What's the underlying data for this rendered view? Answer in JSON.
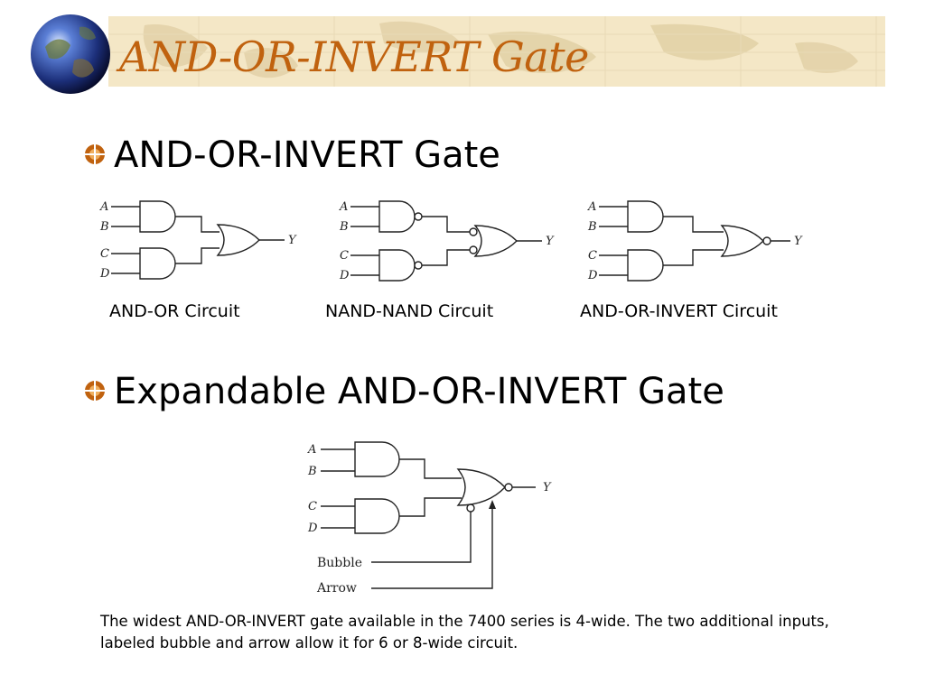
{
  "slide": {
    "title": "AND-OR-INVERT Gate",
    "banner_color": "#f4e7c6",
    "title_color": "#c0620f",
    "bullet_color": "#c0620f",
    "logo_icon": "globe-icon",
    "bullet_icon": "target-bullet-icon"
  },
  "bullets": [
    {
      "text": "AND-OR-INVERT Gate"
    },
    {
      "text": "Expandable AND-OR-INVERT Gate"
    }
  ],
  "circuits": {
    "and_or": {
      "caption": "AND-OR Circuit",
      "inputs": [
        "A",
        "B",
        "C",
        "D"
      ],
      "output": "Y"
    },
    "nand_nand": {
      "caption": "NAND-NAND Circuit",
      "inputs": [
        "A",
        "B",
        "C",
        "D"
      ],
      "output": "Y"
    },
    "aoi": {
      "caption": "AND-OR-INVERT Circuit",
      "inputs": [
        "A",
        "B",
        "C",
        "D"
      ],
      "output": "Y"
    },
    "expandable": {
      "inputs": [
        "A",
        "B",
        "C",
        "D"
      ],
      "output": "Y",
      "bubble_label": "Bubble",
      "arrow_label": "Arrow"
    }
  },
  "description": "The widest AND-OR-INVERT gate available in the 7400 series is 4-wide. The two additional inputs, labeled bubble and arrow allow it for 6 or 8-wide circuit."
}
